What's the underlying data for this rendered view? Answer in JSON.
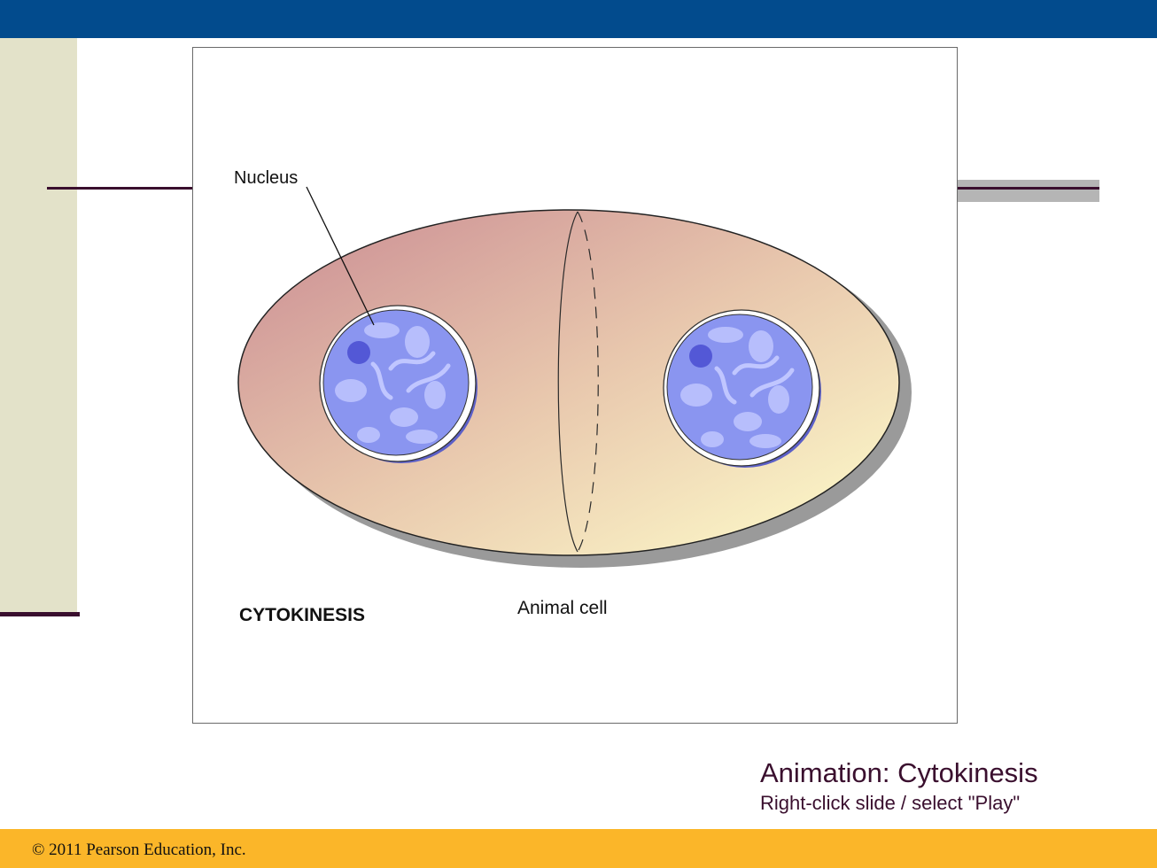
{
  "figure": {
    "nucleus_label": "Nucleus",
    "stage_label": "CYTOKINESIS",
    "cell_label": "Animal cell"
  },
  "caption": {
    "title": "Animation: Cytokinesis",
    "subtitle": "Right-click slide / select \"Play\""
  },
  "footer": {
    "copyright": "© 2011 Pearson Education, Inc."
  },
  "colors": {
    "top_bar": "#024b8d",
    "side_panel": "#e3e2c9",
    "footer_bar": "#fbb629",
    "accent_rule": "#3a0f2e",
    "nucleus_fill": "#8a95f0"
  }
}
